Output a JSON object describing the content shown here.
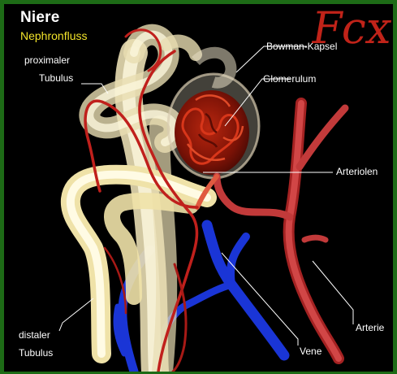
{
  "header": {
    "title": "Niere",
    "subtitle": "Nephronfluss"
  },
  "labels": {
    "proximal_line1": "proximaler",
    "proximal_line2": "Tubulus",
    "bowman": "Bowman-Kapsel",
    "glomerulum": "Glomerulum",
    "arteriolen": "Arteriolen",
    "arterie": "Arterie",
    "vene": "Vene",
    "distal_line1": "distaler",
    "distal_line2": "Tubulus"
  },
  "watermark": "Fcx",
  "colors": {
    "frame": "#1d6b16",
    "tubule": "#f4ecc4",
    "artery": "#d13a3a",
    "vein": "#1a35d6",
    "glomerulus": "#8a1408",
    "title": "#ffffff",
    "subtitle": "#f2e32a"
  }
}
